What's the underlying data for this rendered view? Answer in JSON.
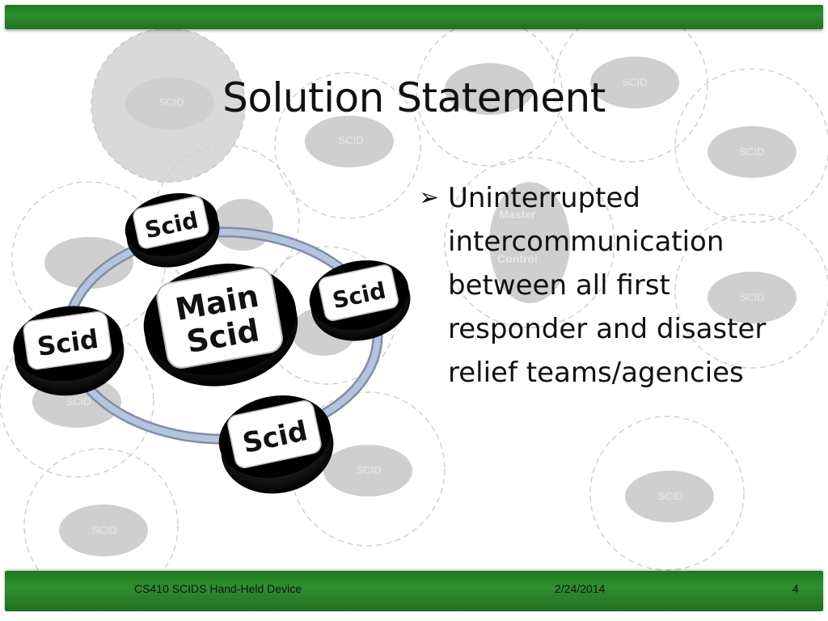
{
  "slide": {
    "title": "Solution Statement",
    "bullet": {
      "marker": "➢",
      "lines": [
        "Uninterrupted",
        "intercommunication",
        "between all first",
        "responder and disaster",
        "relief teams/agencies"
      ]
    },
    "background_labels": {
      "scid": "SCID",
      "master": "Master",
      "control": "Control"
    },
    "diagram": {
      "center_node_line1": "Main",
      "center_node_line2": "Scid",
      "node_label": "Scid"
    }
  },
  "footer": {
    "left": "CS410 SCIDS Hand-Held Device",
    "date": "2/24/2014",
    "page_number": "4"
  },
  "colors": {
    "bar_green": "#2f8f2f",
    "ring_blue": "#9aaec8",
    "background_bubble": "#c8c8c8"
  }
}
